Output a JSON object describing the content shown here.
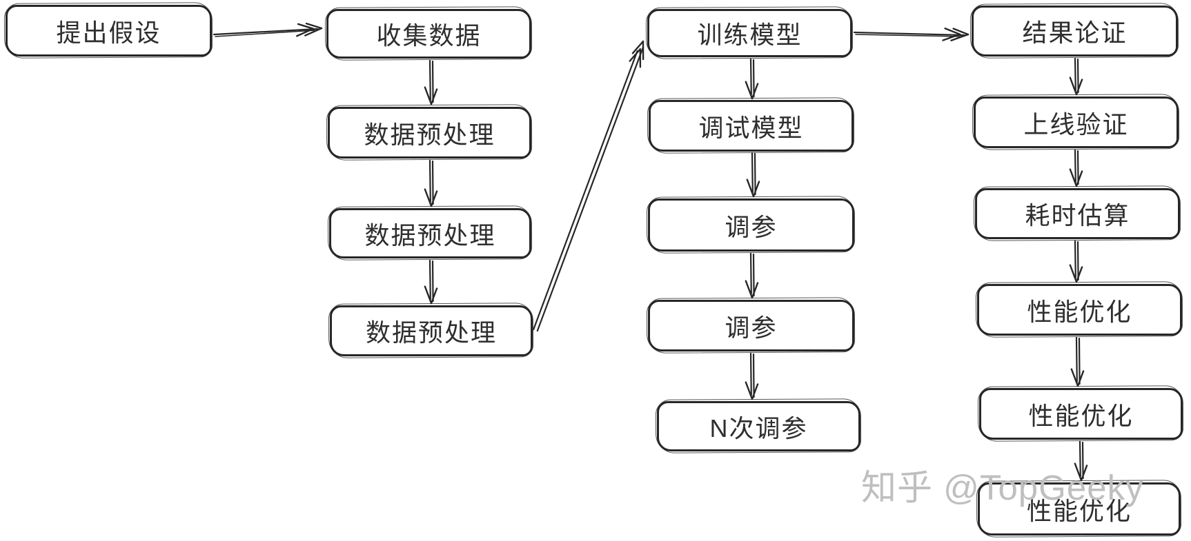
{
  "flowchart": {
    "nodes": {
      "propose_hypothesis": "提出假设",
      "collect_data": "收集数据",
      "preprocess_1": "数据预处理",
      "preprocess_2": "数据预处理",
      "preprocess_3": "数据预处理",
      "train_model": "训练模型",
      "debug_model": "调试模型",
      "tune_params_1": "调参",
      "tune_params_2": "调参",
      "tune_params_n": "N次调参",
      "result_verification": "结果论证",
      "online_validation": "上线验证",
      "time_estimation": "耗时估算",
      "perf_opt_1": "性能优化",
      "perf_opt_2": "性能优化",
      "perf_opt_3": "性能优化"
    },
    "edges": [
      {
        "from": "propose_hypothesis",
        "to": "collect_data"
      },
      {
        "from": "collect_data",
        "to": "preprocess_1"
      },
      {
        "from": "preprocess_1",
        "to": "preprocess_2"
      },
      {
        "from": "preprocess_2",
        "to": "preprocess_3"
      },
      {
        "from": "preprocess_3",
        "to": "train_model"
      },
      {
        "from": "train_model",
        "to": "debug_model"
      },
      {
        "from": "debug_model",
        "to": "tune_params_1"
      },
      {
        "from": "tune_params_1",
        "to": "tune_params_2"
      },
      {
        "from": "tune_params_2",
        "to": "tune_params_n"
      },
      {
        "from": "train_model",
        "to": "result_verification"
      },
      {
        "from": "result_verification",
        "to": "online_validation"
      },
      {
        "from": "online_validation",
        "to": "time_estimation"
      },
      {
        "from": "time_estimation",
        "to": "perf_opt_1"
      },
      {
        "from": "perf_opt_1",
        "to": "perf_opt_2"
      },
      {
        "from": "perf_opt_2",
        "to": "perf_opt_3"
      }
    ]
  },
  "watermark": {
    "text": "知乎 @TopGeeky",
    "color": "#bfbfbf"
  },
  "colors": {
    "stroke": "#262626",
    "text": "#2e2e2e",
    "background": "#ffffff"
  }
}
